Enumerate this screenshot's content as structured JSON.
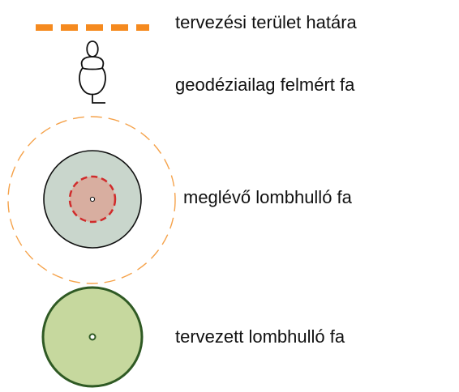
{
  "legend": {
    "items": [
      {
        "label": "tervezési terület határa",
        "symbol": "orange-dashed-boundary-line"
      },
      {
        "label": "geodéziailag felmért fa",
        "symbol": "surveyed-tree-icon"
      },
      {
        "label": "meglévő lombhulló fa",
        "symbol": "existing-deciduous-tree-icon"
      },
      {
        "label": "tervezett lombhulló fa",
        "symbol": "planned-deciduous-tree-icon"
      }
    ]
  },
  "colors": {
    "boundary_orange": "#f58a1f",
    "existing_canopy_fill": "#c9d6cc",
    "existing_trunk_fill": "#d8aea0",
    "existing_trunk_dash": "#d02b2b",
    "planned_fill": "#c6d89e",
    "planned_stroke": "#2f5a24",
    "outline_dark": "#111111"
  }
}
